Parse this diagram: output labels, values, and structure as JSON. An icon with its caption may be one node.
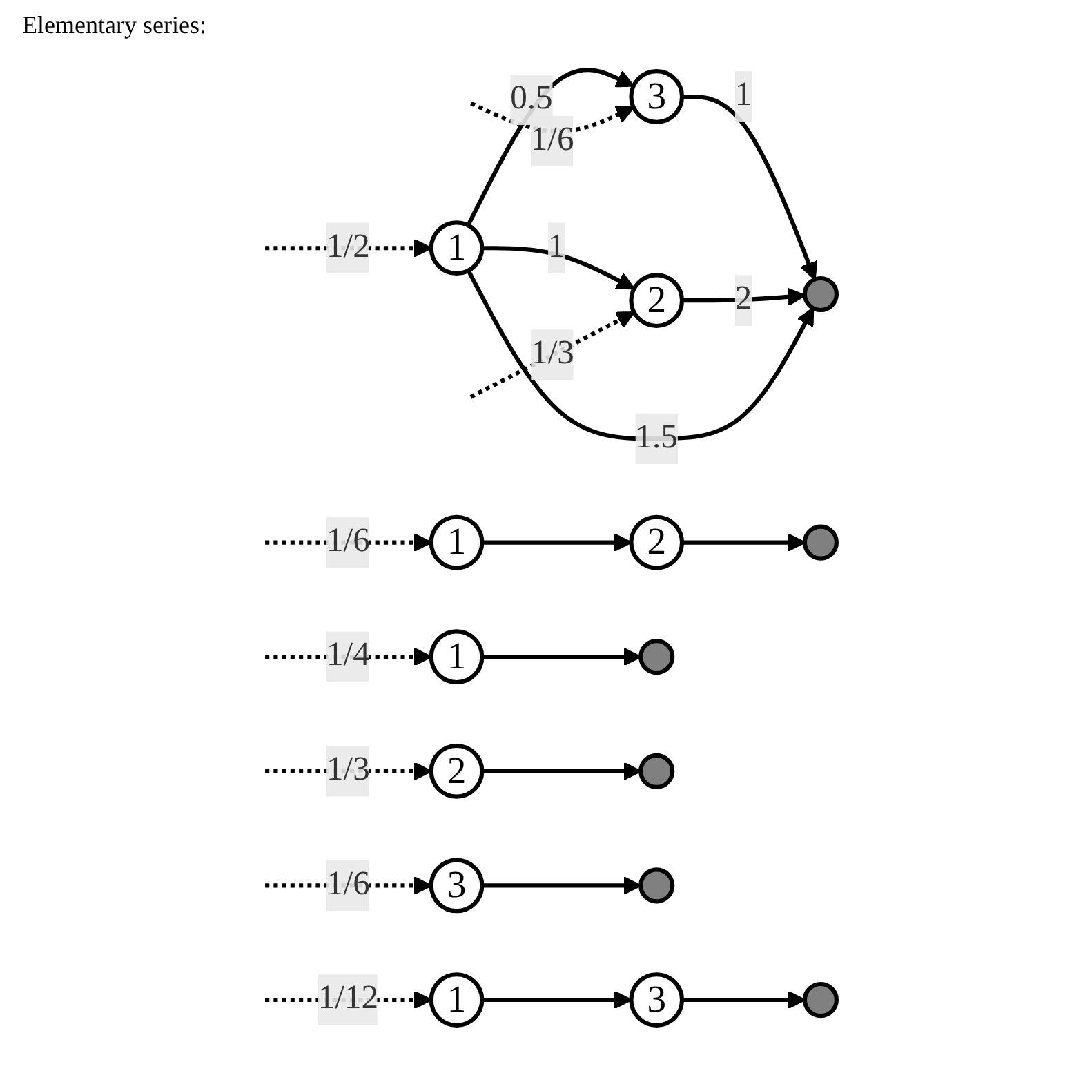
{
  "diagram": {
    "nodes": [
      {
        "text": [
          "1"
        ]
      },
      {
        "text": [
          "2"
        ]
      },
      {
        "text": [
          "3"
        ]
      },
      {
        "text": [],
        "shape": "circle"
      },
      {
        "text": [
          "1"
        ]
      },
      {
        "text": [
          "2"
        ]
      },
      {
        "text": [],
        "shape": "circle"
      },
      {
        "text": [
          "1"
        ]
      },
      {
        "text": [
          "3"
        ]
      },
      {
        "text": [],
        "shape": "circle"
      },
      {
        "text": [
          "1"
        ]
      },
      {
        "text": [],
        "shape": "circle"
      },
      {
        "text": [
          "2"
        ]
      },
      {
        "text": [],
        "shape": "circle"
      },
      {
        "text": [
          "3"
        ]
      },
      {
        "text": [],
        "shape": "circle"
      }
    ],
    "edges": [
      {
        "from": 0,
        "to": 2,
        "arrow": "to",
        "label": "0.5"
      },
      {
        "from": 0,
        "to": 1,
        "arrow": "to",
        "label": "1"
      },
      {
        "from": 2,
        "to": 3,
        "arrow": "to",
        "label": "1"
      },
      {
        "from": 1,
        "to": 3,
        "arrow": "to",
        "label": "2"
      },
      {
        "from": 0,
        "to": 3,
        "arrow": "to",
        "label": "1.5"
      },
      {
        "from": null,
        "to": 0,
        "arrow": "to",
        "style": "dashed",
        "label": "1/2"
      },
      {
        "from": null,
        "to": 1,
        "arrow": "to",
        "style": "dashed",
        "label": "1/3"
      },
      {
        "from": null,
        "to": 2,
        "arrow": "to",
        "style": "dashed",
        "label": "1/6"
      },
      {
        "from": 4,
        "to": 5,
        "arrow": "to"
      },
      {
        "from": 5,
        "to": 6,
        "arrow": "to"
      },
      {
        "from": null,
        "to": 4,
        "arrow": "to",
        "style": "dashed",
        "label": "1/6"
      },
      {
        "from": 7,
        "to": 8,
        "arrow": "to"
      },
      {
        "from": 8,
        "to": 9,
        "arrow": "to"
      },
      {
        "from": null,
        "to": 7,
        "arrow": "to",
        "style": "dashed",
        "label": "1/12"
      },
      {
        "from": 10,
        "to": 11,
        "arrow": "to"
      },
      {
        "from": null,
        "to": 10,
        "arrow": "to",
        "style": "dashed",
        "label": "1/4"
      },
      {
        "from": 12,
        "to": 13,
        "arrow": "to"
      },
      {
        "from": null,
        "to": 12,
        "arrow": "to",
        "style": "dashed",
        "label": "1/3"
      },
      {
        "from": 14,
        "to": 15,
        "arrow": "to"
      },
      {
        "from": null,
        "to": 14,
        "arrow": "to",
        "style": "dashed",
        "label": "1/6"
      }
    ],
    "labels": [
      "Elementary series:"
    ]
  }
}
